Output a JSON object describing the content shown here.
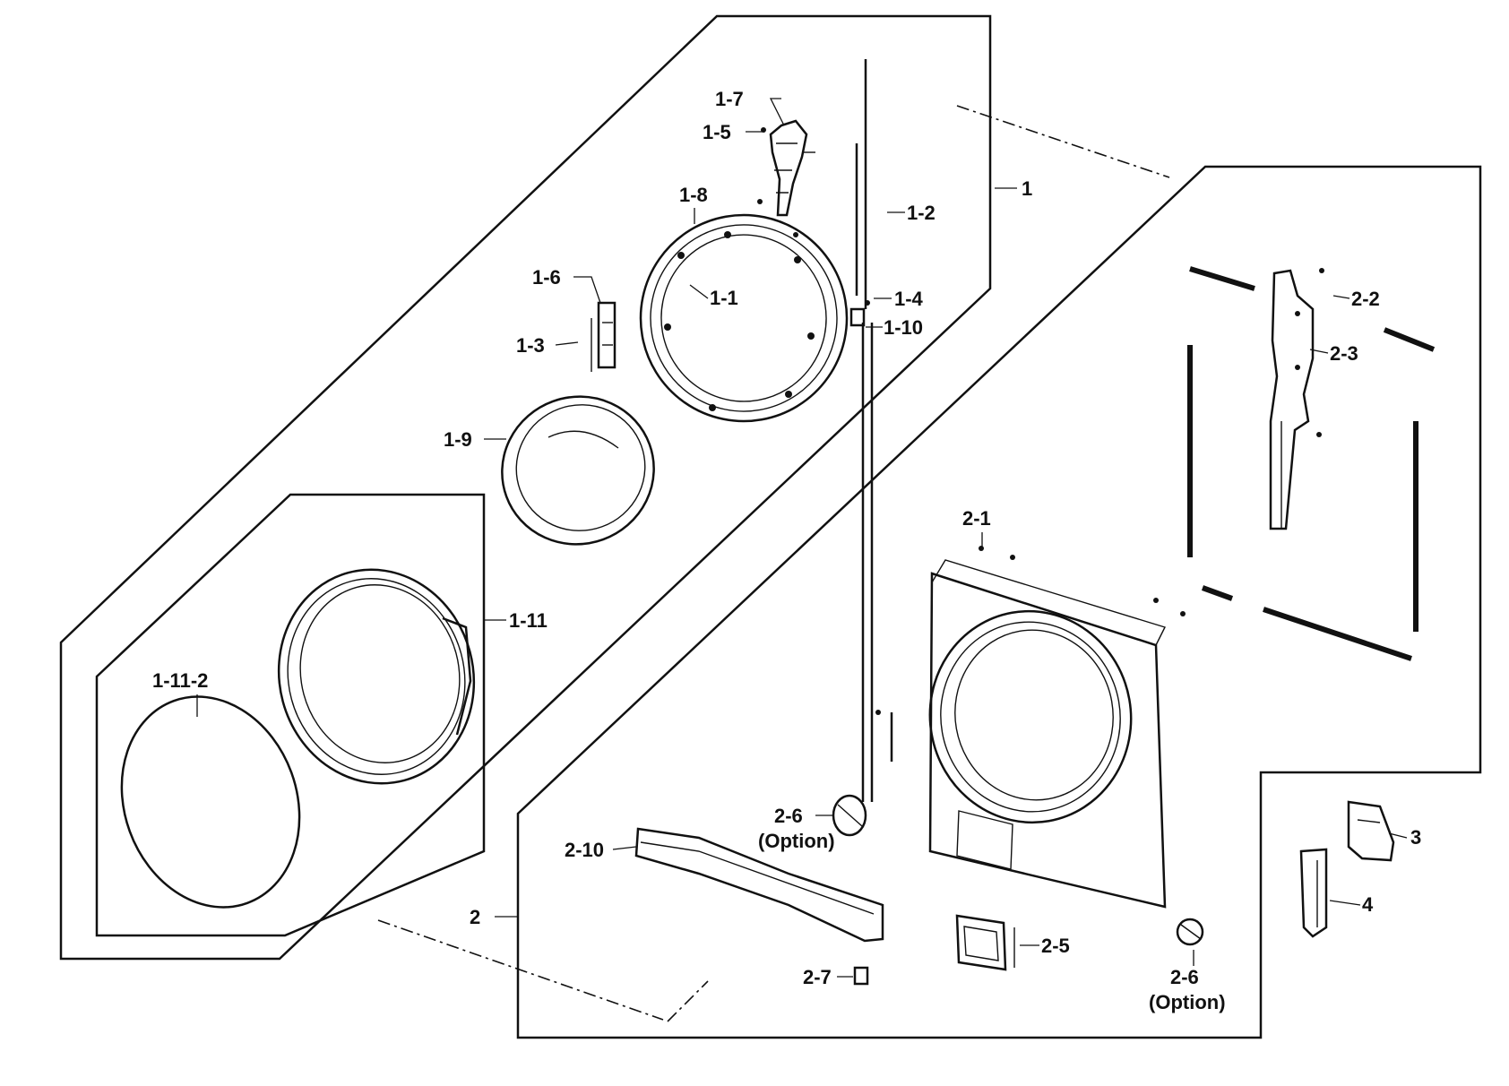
{
  "labels": {
    "p1": "1",
    "p1_1": "1-1",
    "p1_2": "1-2",
    "p1_3": "1-3",
    "p1_4": "1-4",
    "p1_5": "1-5",
    "p1_6": "1-6",
    "p1_7": "1-7",
    "p1_8": "1-8",
    "p1_9": "1-9",
    "p1_10": "1-10",
    "p1_11": "1-11",
    "p1_11_2": "1-11-2",
    "p2": "2",
    "p2_1": "2-1",
    "p2_2": "2-2",
    "p2_3": "2-3",
    "p2_5": "2-5",
    "p2_6a": "2-6",
    "p2_6a_opt": "(Option)",
    "p2_6b": "2-6",
    "p2_6b_opt": "(Option)",
    "p2_7": "2-7",
    "p2_10": "2-10",
    "p3": "3",
    "p4": "4"
  }
}
